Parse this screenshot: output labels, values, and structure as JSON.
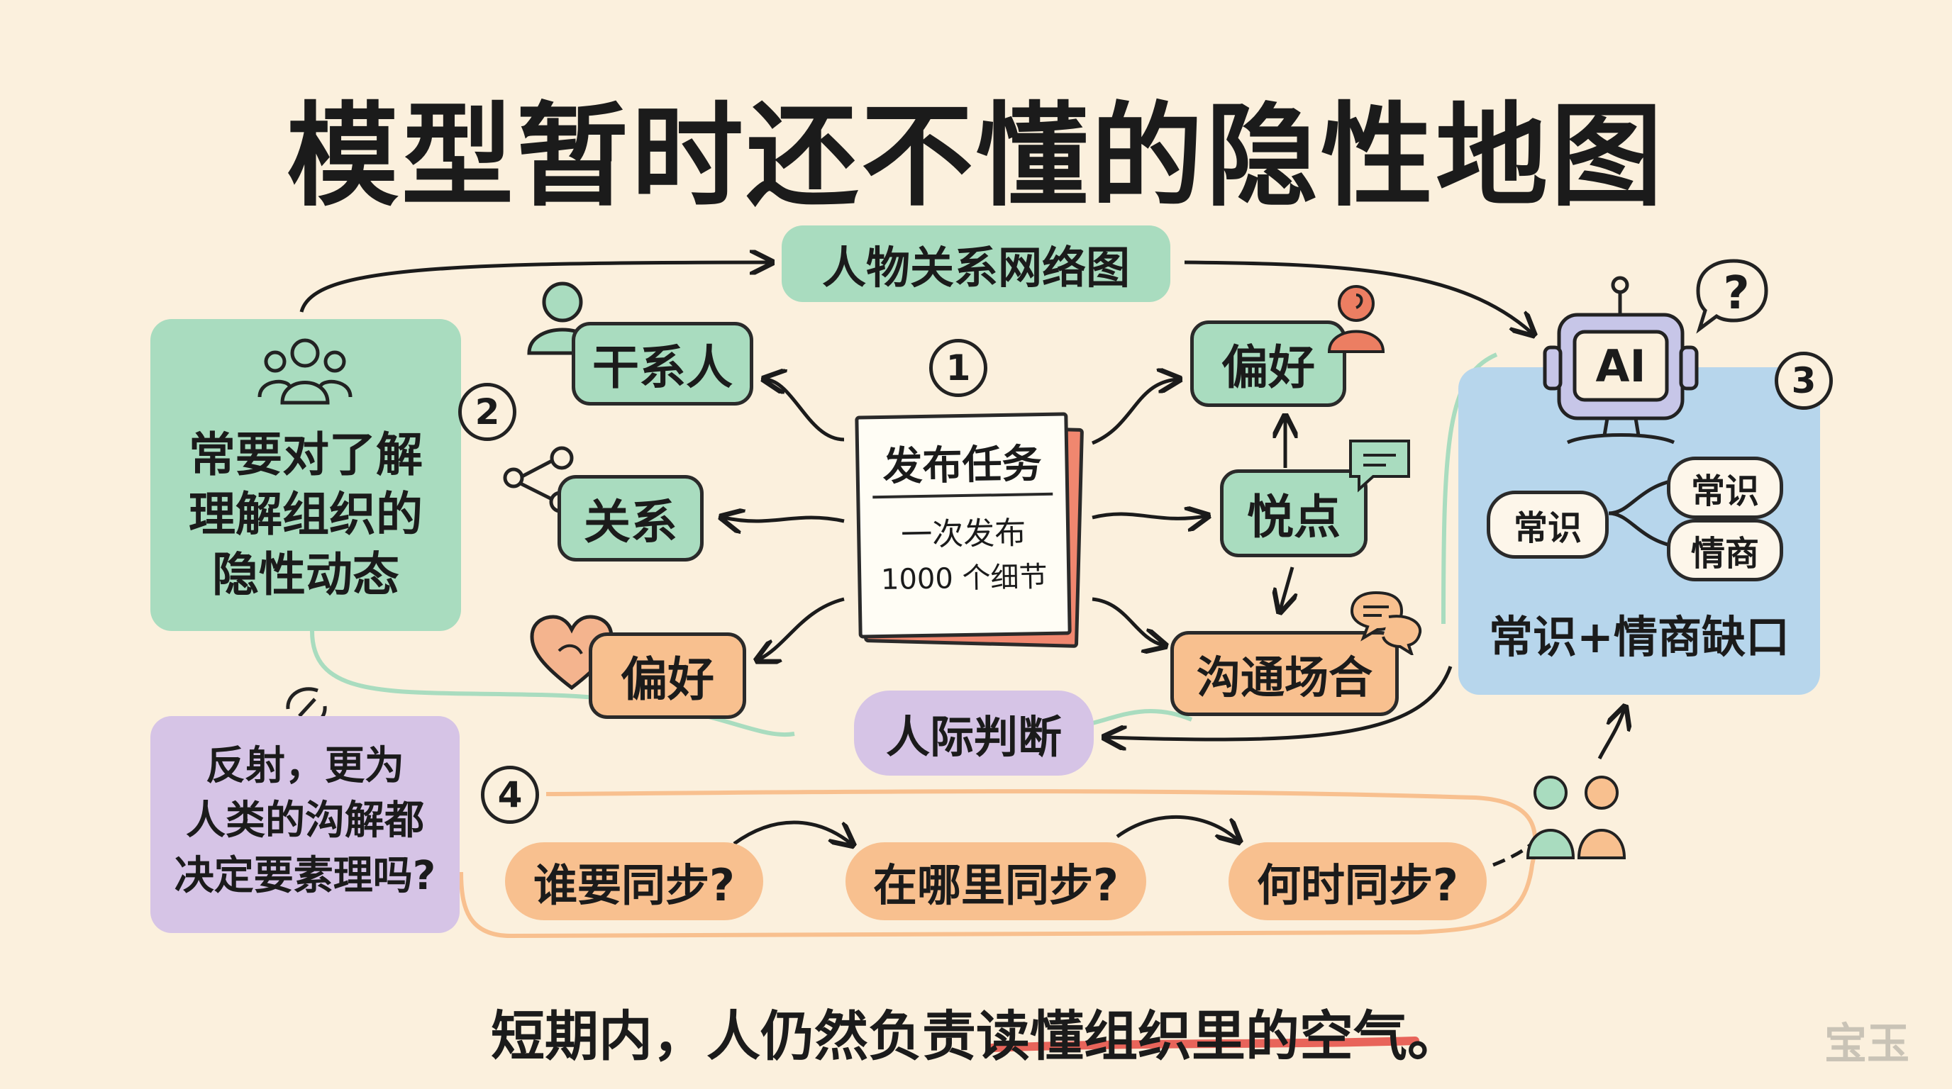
{
  "title": "模型暂时还不懂的隐性地图",
  "top_node": "人物关系网络图",
  "center_note": {
    "title": "发布任务",
    "line1": "一次发布",
    "line2": "1000 个细节"
  },
  "left_nodes": [
    "干系人",
    "关系",
    "偏好"
  ],
  "right_nodes": [
    "偏好",
    "悦点",
    "沟通场合"
  ],
  "judgement": "人际判断",
  "numbers": [
    "1",
    "2",
    "3",
    "4"
  ],
  "panel_left": {
    "lines": [
      "常要对了解",
      "理解组织的",
      "隐性动态"
    ]
  },
  "panel_ai": {
    "ai_label": "AI",
    "question": "?",
    "root": "常识",
    "branches": [
      "常识",
      "情商"
    ],
    "caption": "常识+情商缺口"
  },
  "panel_reflect": {
    "lines": [
      "反射，更为",
      "人类的沟解都",
      "决定要素理吗?"
    ]
  },
  "sync": [
    "谁要同步?",
    "在哪里同步?",
    "何时同步?"
  ],
  "footer": "短期内，人仍然负责读懂组织里的空气。",
  "watermark": "宝玉",
  "colors": {
    "green": "#a9dcbf",
    "orange": "#f8c08f",
    "purple": "#d6c4e6",
    "blue": "#b7d6ec",
    "underline": "#e8645a"
  }
}
